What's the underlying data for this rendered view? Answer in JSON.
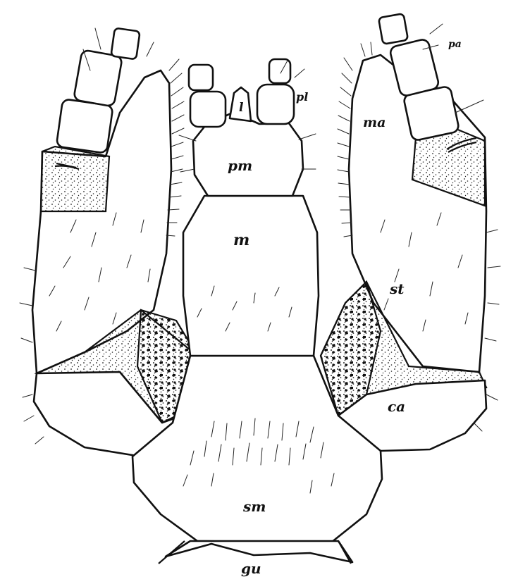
{
  "figure": {
    "labels": {
      "pa": "pa",
      "ma": "ma",
      "st": "st",
      "ca": "ca",
      "pl": "pl",
      "l": "l",
      "pm": "pm",
      "m": "m",
      "sm": "sm",
      "gu": "gu"
    },
    "colors": {
      "ink": "#111111",
      "paper": "#ffffff"
    }
  }
}
